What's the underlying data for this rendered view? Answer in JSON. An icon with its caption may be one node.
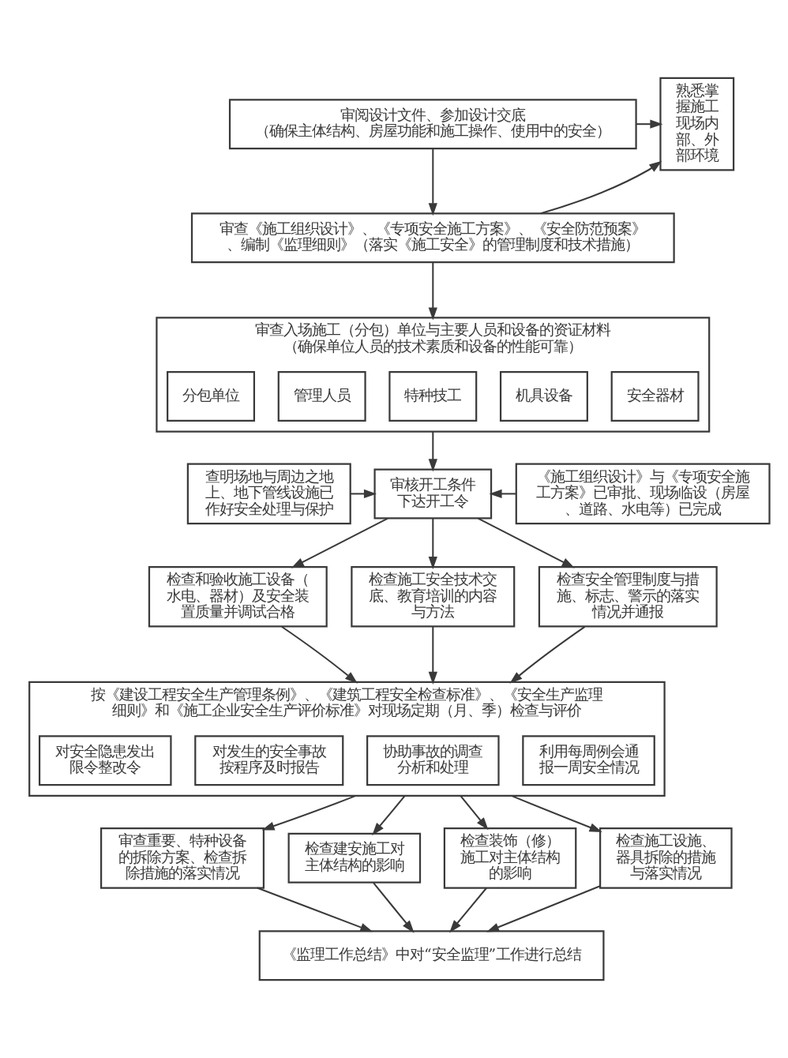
{
  "diagram": {
    "nodes": [
      {
        "text": [
          "审阅设计文件、参加设计交底",
          "（确保主体结构、房屋功能和施工操作、使用中的安全）"
        ]
      },
      {
        "text": [
          "熟悉掌握施工现场内部、外部环境"
        ]
      },
      {
        "text": [
          "审查《施工组织设计》、《专项安全施工方案》、《安全防范预案》、编制《监理细则》（落实《施工安全》的管理制度和技术措施）"
        ]
      },
      {
        "text": [
          "审查入场施工（分包）单位与主要人员和设备的资证材料",
          "（确保单位人员的技术素质和设备的性能可靠）"
        ]
      },
      {
        "text": [
          "分包单位"
        ],
        "in": 3
      },
      {
        "text": [
          "管理人员"
        ],
        "in": 3
      },
      {
        "text": [
          "特种技工"
        ],
        "in": 3
      },
      {
        "text": [
          "机具设备"
        ],
        "in": 3
      },
      {
        "text": [
          "安全器材"
        ],
        "in": 3
      },
      {
        "text": [
          "查明场地与周边之地上、地下管线设施已作好安全处理与保护"
        ]
      },
      {
        "text": [
          "审核开工条件",
          "下达开工令"
        ]
      },
      {
        "text": [
          "《施工组织设计》与《专项安全施工方案》已审批、现场临设（房屋、道路、水电等）已完成"
        ]
      },
      {
        "text": [
          "检查和验收施工设备（水电、器材）及安全装置质量并调试合格"
        ]
      },
      {
        "text": [
          "检查施工安全技术交底、教育培训的内容与方法"
        ]
      },
      {
        "text": [
          "检查安全管理制度与措施、标志、警示的落实情况并通报"
        ]
      },
      {
        "text": [
          "按《建设工程安全生产管理条例》、《建筑工程安全检查标准》、《安全生产监理细则》和《施工企业安全生产评价标准》对现场定期（月、季）检查与评价"
        ]
      },
      {
        "text": [
          "对安全隐患发出限令整改令"
        ],
        "in": 15
      },
      {
        "text": [
          "对发生的安全事故按程序及时报告"
        ],
        "in": 15
      },
      {
        "text": [
          "协助事故的调查分析和处理"
        ],
        "in": 15
      },
      {
        "text": [
          "利用每周例会通报一周安全情况"
        ],
        "in": 15
      },
      {
        "text": [
          "审查重要、特种设备的拆除方案、检查拆除措施的落实情况"
        ]
      },
      {
        "text": [
          "检查建安施工对主体结构的影响"
        ]
      },
      {
        "text": [
          "检查装饰（修）施工对主体结构的影响"
        ]
      },
      {
        "text": [
          "检查施工设施、器具拆除的措施与落实情况"
        ]
      },
      {
        "text": [
          "《监理工作总结》中对“安全监理”工作进行总结"
        ]
      }
    ],
    "edges": [
      {
        "from": 0,
        "to": 2,
        "arrow": "to"
      },
      {
        "from": 0,
        "to": 1,
        "arrow": "to"
      },
      {
        "from": 2,
        "to": 1,
        "arrow": "to"
      },
      {
        "from": 2,
        "to": 3,
        "arrow": "to"
      },
      {
        "from": 9,
        "to": 10,
        "arrow": "to"
      },
      {
        "from": 3,
        "to": 10,
        "arrow": "to"
      },
      {
        "from": 11,
        "to": 10,
        "arrow": "to"
      },
      {
        "from": 10,
        "to": 12,
        "arrow": "to"
      },
      {
        "from": 10,
        "to": 13,
        "arrow": "to"
      },
      {
        "from": 10,
        "to": 14,
        "arrow": "to"
      },
      {
        "from": 12,
        "to": 15,
        "arrow": "to"
      },
      {
        "from": 13,
        "to": 15,
        "arrow": "to"
      },
      {
        "from": 14,
        "to": 15,
        "arrow": "to"
      },
      {
        "from": 15,
        "to": 20,
        "arrow": "to"
      },
      {
        "from": 15,
        "to": 21,
        "arrow": "to"
      },
      {
        "from": 15,
        "to": 22,
        "arrow": "to"
      },
      {
        "from": 15,
        "to": 23,
        "arrow": "to"
      },
      {
        "from": 20,
        "to": 24,
        "arrow": "to"
      },
      {
        "from": 21,
        "to": 24,
        "arrow": "to"
      },
      {
        "from": 22,
        "to": 24,
        "arrow": "to"
      },
      {
        "from": 23,
        "to": 24,
        "arrow": "to"
      }
    ]
  }
}
